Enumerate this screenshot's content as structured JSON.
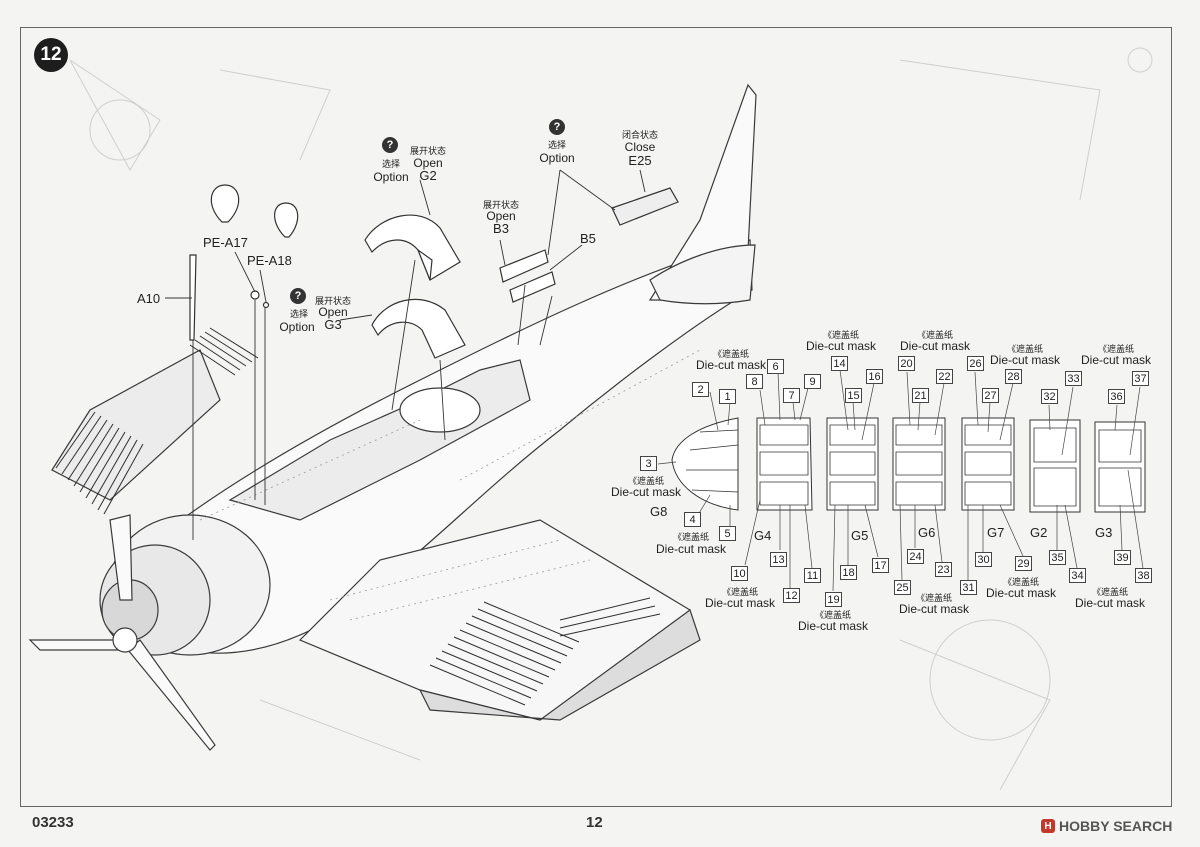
{
  "step": "12",
  "labels": {
    "pe_a17": "PE-A17",
    "pe_a18": "PE-A18",
    "a10": "A10",
    "option_cn": "选择",
    "option_en": "Option",
    "open_cn": "展开状态",
    "open_en": "Open",
    "close_cn": "闭合状态",
    "close_en": "Close",
    "g2": "G2",
    "g3": "G3",
    "b3": "B3",
    "b5": "B5",
    "e25": "E25",
    "g8": "G8",
    "g4": "G4",
    "g5": "G5",
    "g6": "G6",
    "g7": "G7",
    "g2b": "G2",
    "g3b": "G3"
  },
  "mask": {
    "cn": "《遮盖纸",
    "en": "Die-cut mask"
  },
  "mask_numbers": [
    "1",
    "2",
    "3",
    "4",
    "5",
    "6",
    "7",
    "8",
    "9",
    "10",
    "11",
    "12",
    "13",
    "14",
    "15",
    "16",
    "17",
    "18",
    "19",
    "20",
    "21",
    "22",
    "23",
    "24",
    "25",
    "26",
    "27",
    "28",
    "29",
    "30",
    "31",
    "32",
    "33",
    "34",
    "35",
    "36",
    "37",
    "38",
    "39"
  ],
  "footer": {
    "code": "03233",
    "page": "12",
    "watermark_text": "HOBBY SEARCH",
    "watermark_mark": "H"
  }
}
